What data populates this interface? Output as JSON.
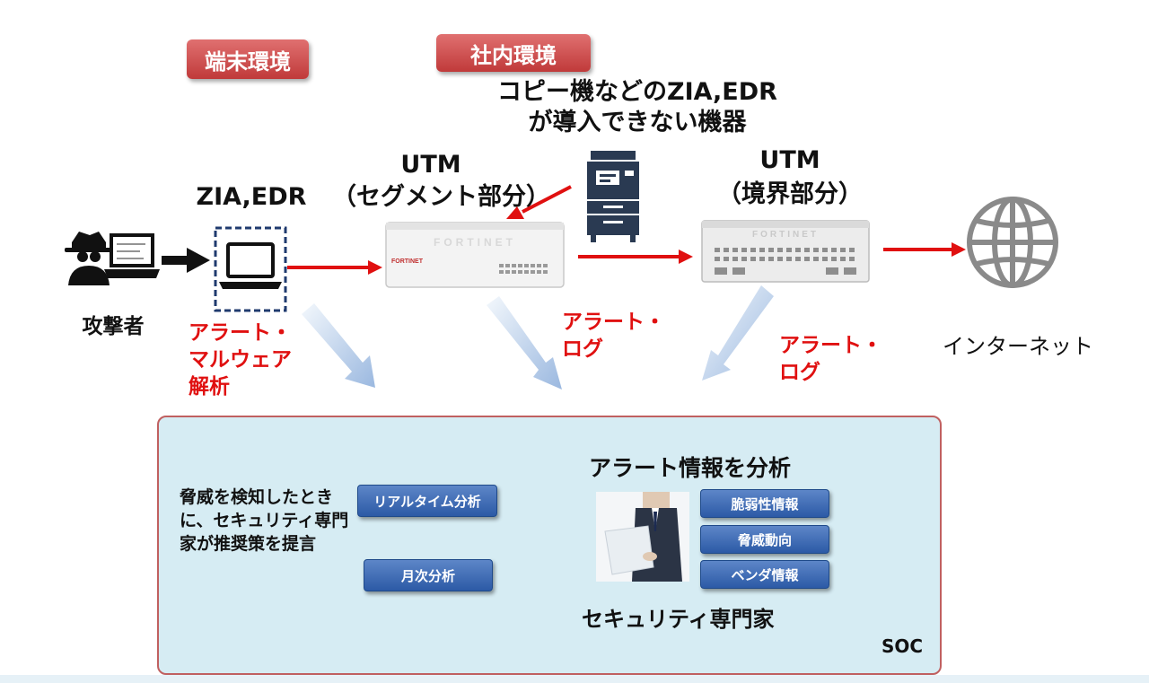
{
  "tags": {
    "terminal_env": "端末環境",
    "internal_env": "社内環境"
  },
  "copier": {
    "line1": "コピー機などのZIA,EDR",
    "line2": "が導入できない機器"
  },
  "utm_segment": {
    "line1": "UTM",
    "line2": "（セグメント部分）"
  },
  "utm_boundary": {
    "line1": "UTM",
    "line2": "（境界部分）"
  },
  "zia_edr": "ZIA,EDR",
  "attacker": "攻撃者",
  "internet": "インターネット",
  "fortinet_brand": "FORTINET",
  "notes": {
    "endpoint": {
      "line1": "アラート・",
      "line2": "マルウェア",
      "line3": "解析"
    },
    "segment": {
      "line1": "アラート・",
      "line2": "ログ"
    },
    "boundary": {
      "line1": "アラート・",
      "line2": "ログ"
    }
  },
  "soc": {
    "label": "SOC",
    "analysis_title": "アラート情報を分析",
    "advice": {
      "line1": "脅威を検知したとき",
      "line2": "に、セキュリティ専門",
      "line3": "家が推奨策を提言"
    },
    "buttons": {
      "realtime": "リアルタイム分析",
      "monthly": "月次分析"
    },
    "info": {
      "vuln": "脆弱性情報",
      "threat": "脅威動向",
      "vendor": "ベンダ情報"
    },
    "expert": "セキュリティ専門家"
  },
  "colors": {
    "arrow_red": "#e01010",
    "tag_red": "#c03a3a",
    "soc_bg": "#d6ecf3",
    "button_blue": "#2c5aa6",
    "db_red": "#b02828"
  }
}
